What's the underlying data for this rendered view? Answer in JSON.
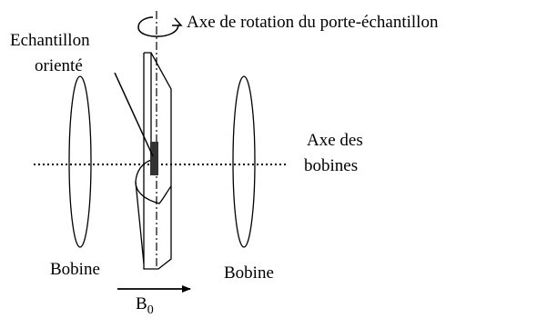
{
  "labels": {
    "rotation_axis": "Axe de rotation du porte-échantillon",
    "sample_line1": "Echantillon",
    "sample_line2": "orienté",
    "coil_axis_line1": "Axe des",
    "coil_axis_line2": "bobines",
    "coil_left": "Bobine",
    "coil_right": "Bobine",
    "field_symbol": "B",
    "field_subscript": "0"
  },
  "colors": {
    "stroke": "#000000",
    "background": "#ffffff",
    "sample_fill": "#333333"
  }
}
